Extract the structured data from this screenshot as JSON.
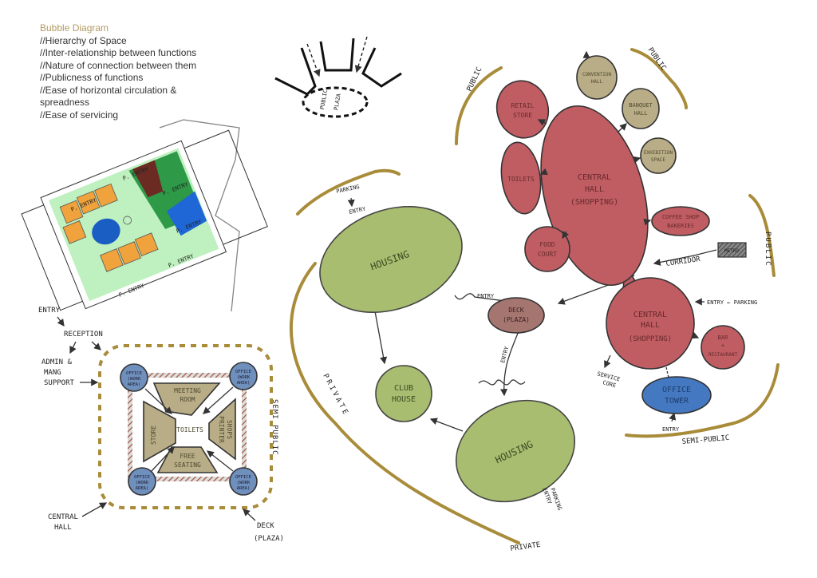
{
  "notes": {
    "title": "Bubble Diagram",
    "lines": [
      "//Hierarchy of Space",
      "//Inter-relationship between functions",
      "//Nature of connection between them",
      "//Publicness of functions",
      "//Ease of horizontal circulation &",
      "spreadness",
      "//Ease of servicing"
    ]
  },
  "plaza_sketch": {
    "line1": "PUBLIC",
    "line2": "PLAZA"
  },
  "site_plan": {
    "entry_label": "P. ENTRY"
  },
  "office_cluster": {
    "entry": "ENTRY",
    "reception": "RECEPTION",
    "admin": [
      "ADMIN &",
      "MANG",
      "SUPPORT"
    ],
    "office": [
      "OFFICE",
      "(WORK",
      "AREA)"
    ],
    "meeting": [
      "MEETING",
      "ROOM"
    ],
    "store": "STORE",
    "toilets": "TOILETS",
    "printer": [
      "PRINTER",
      "SHOPS"
    ],
    "seating": [
      "FREE",
      "SEATING"
    ],
    "semi_public": "SEMI PUBLIC",
    "central_hall": [
      "CENTRAL",
      "HALL"
    ],
    "deck": [
      "DECK",
      "(PLAZA)"
    ]
  },
  "bubbles": {
    "retail": [
      "RETAIL",
      "STORE"
    ],
    "convention": [
      "CONVENTION",
      "HALL"
    ],
    "banquet": [
      "BANQUET",
      "HALL"
    ],
    "exhibition": [
      "EXHIBITION",
      "SPACE"
    ],
    "toilets": "TOILETS",
    "central_hall_1": [
      "CENTRAL",
      "HALL",
      "(SHOPPING)"
    ],
    "coffee": [
      "COFFEE SHOP",
      "BAKERIES"
    ],
    "food": [
      "FOOD",
      "COURT"
    ],
    "metro": "METRO",
    "corridor": "CORRIDOR",
    "central_hall_2": [
      "CENTRAL",
      "HALL",
      "(SHOPPING)"
    ],
    "bar": [
      "BAR",
      "+",
      "RESTAURANT"
    ],
    "office_tower": [
      "OFFICE",
      "TOWER"
    ],
    "housing_1": "HOUSING",
    "housing_2": "HOUSING",
    "club_house": [
      "CLUB",
      "HOUSE"
    ],
    "deck": [
      "DECK",
      "(PLAZA)"
    ]
  },
  "labels": {
    "public": "PUBLIC",
    "private": "PRIVATE",
    "semi_public": "SEMI-PUBLIC",
    "parking": "PARKING",
    "entry": "ENTRY",
    "entry_parking": "ENTRY ← PARKING",
    "service_core": [
      "SERVICE",
      "CORE"
    ]
  },
  "colors": {
    "shopping": "#bf5d63",
    "civic": "#b9ad87",
    "residential": "#a8bd70",
    "office": "#4479c1",
    "boundary": "#a88c3a"
  }
}
